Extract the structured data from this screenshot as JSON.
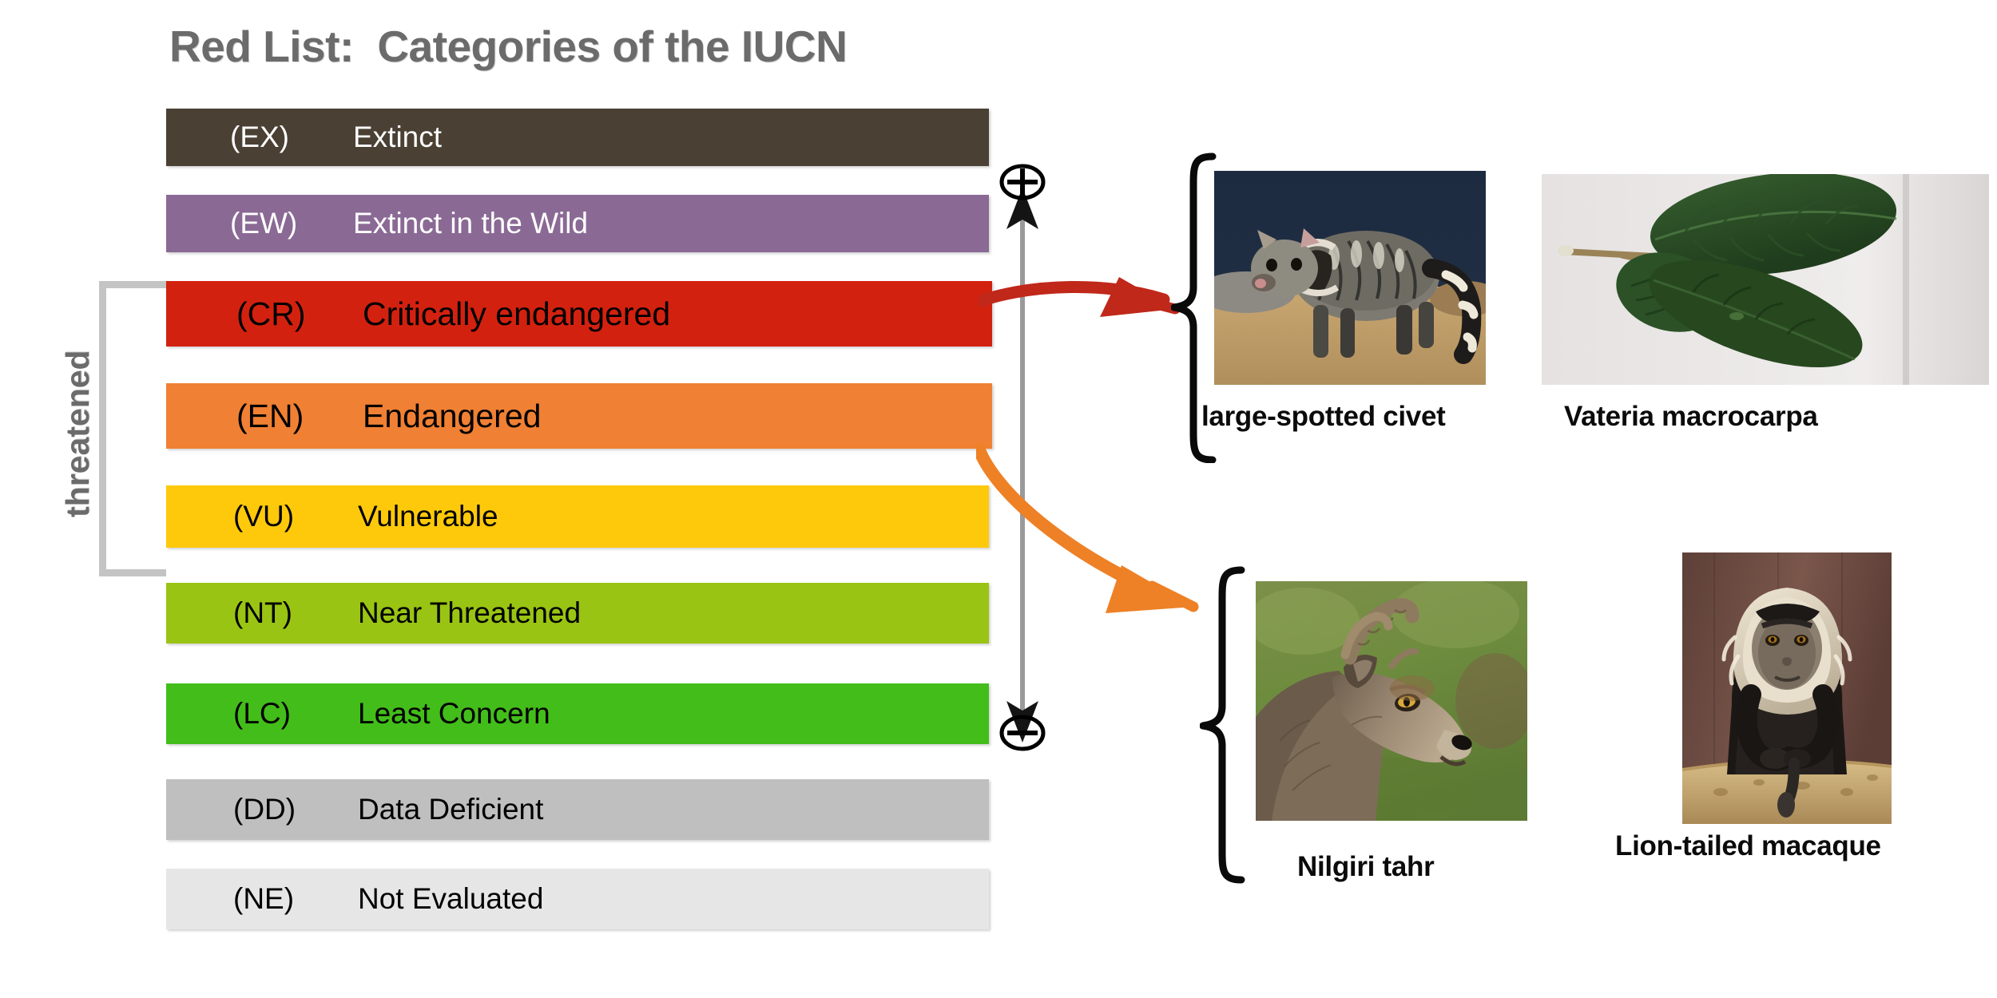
{
  "title": "Red List:  Categories of the IUCN",
  "threatened_label": "threatened",
  "axis": {
    "top_symbol": "⊕",
    "bottom_symbol": "⊖",
    "top_symbol_name": "plus-circle-icon",
    "bottom_symbol_name": "minus-circle-icon"
  },
  "categories": [
    {
      "code": "(EX)",
      "name": "Extinct",
      "color": "#4a4034",
      "text_color": "#ffffff"
    },
    {
      "code": "(EW)",
      "name": "Extinct in the Wild",
      "color": "#8a6a95",
      "text_color": "#ffffff"
    },
    {
      "code": "(CR)",
      "name": "Critically endangered",
      "color": "#d32110",
      "text_color": "#000000"
    },
    {
      "code": "(EN)",
      "name": "Endangered",
      "color": "#f08033",
      "text_color": "#000000"
    },
    {
      "code": "(VU)",
      "name": "Vulnerable",
      "color": "#ffc90b",
      "text_color": "#000000"
    },
    {
      "code": "(NT)",
      "name": "Near Threatened",
      "color": "#9ac413",
      "text_color": "#000000"
    },
    {
      "code": "(LC)",
      "name": "Least Concern",
      "color": "#43bd1a",
      "text_color": "#000000"
    },
    {
      "code": "(DD)",
      "name": "Data Deficient",
      "color": "#bfbfbf",
      "text_color": "#000000"
    },
    {
      "code": "(NE)",
      "name": "Not Evaluated",
      "color": "#e6e6e6",
      "text_color": "#000000"
    }
  ],
  "groups": [
    {
      "group_name": "critically-endangered-examples",
      "arrow_color": "#c0281a",
      "species": [
        {
          "caption": "large-spotted civet"
        },
        {
          "caption": "Vateria macrocarpa"
        }
      ]
    },
    {
      "group_name": "endangered-examples",
      "arrow_color": "#ee8026",
      "species": [
        {
          "caption": "Nilgiri tahr"
        },
        {
          "caption": "Lion-tailed macaque"
        }
      ]
    }
  ]
}
